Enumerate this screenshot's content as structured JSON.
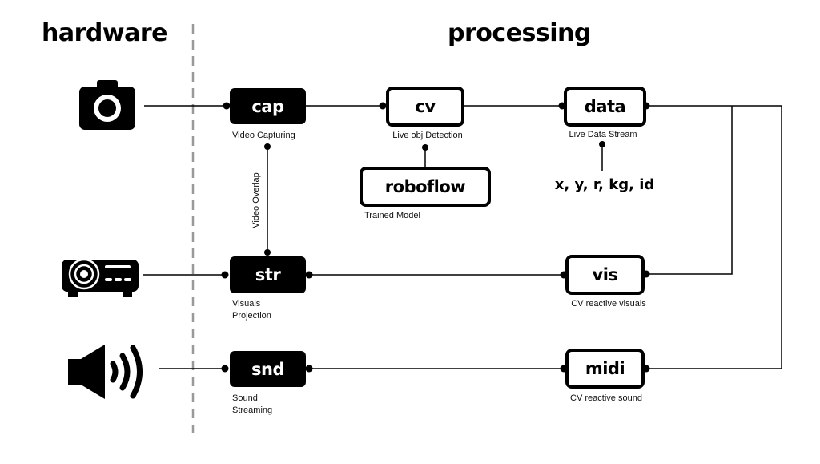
{
  "headings": {
    "hardware": "hardware",
    "processing": "processing"
  },
  "icons": {
    "camera": "camera-icon",
    "projector": "projector-icon",
    "speaker": "speaker-icon"
  },
  "nodes": {
    "cap": {
      "label": "cap",
      "caption": "Video Capturing"
    },
    "cv": {
      "label": "cv",
      "caption": "Live obj Detection"
    },
    "data": {
      "label": "data",
      "caption": "Live Data Stream"
    },
    "roboflow": {
      "label": "roboflow",
      "caption": "Trained Model"
    },
    "str": {
      "label": "str",
      "caption_line1": "Visuals",
      "caption_line2": "Projection"
    },
    "vis": {
      "label": "vis",
      "caption": "CV  reactive visuals"
    },
    "snd": {
      "label": "snd",
      "caption_line1": "Sound",
      "caption_line2": "Streaming"
    },
    "midi": {
      "label": "midi",
      "caption": "CV reactive sound"
    }
  },
  "data_fields": "x, y, r, kg, id",
  "edge_labels": {
    "video_overlap": "Video Overlap"
  },
  "colors": {
    "ink": "#000000",
    "background": "#ffffff",
    "divider": "#999999"
  }
}
